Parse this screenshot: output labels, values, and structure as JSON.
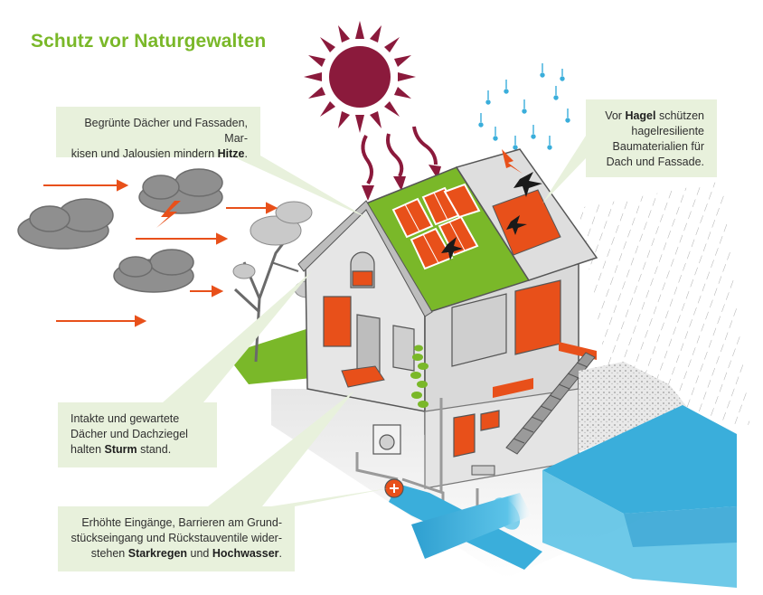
{
  "title": "Schutz vor Naturgewalten",
  "callouts": {
    "heat": {
      "line1": "Begrünte Dächer und Fassaden, Mar-",
      "line2_pre": "kisen und Jalousien mindern ",
      "line2_bold": "Hitze",
      "line2_post": "."
    },
    "hail": {
      "line1_pre": "Vor ",
      "line1_bold": "Hagel",
      "line1_post": " schützen",
      "line2": "hagelresiliente",
      "line3": "Baumaterialien für",
      "line4": "Dach und Fassade."
    },
    "storm": {
      "line1": "Intakte und gewartete",
      "line2": "Dächer und Dachziegel",
      "line3_pre": "halten ",
      "line3_bold": "Sturm",
      "line3_post": " stand."
    },
    "rain": {
      "line1": "Erhöhte Eingänge, Barrieren am Grund-",
      "line2": "stückseingang und Rückstauventile wider-",
      "line3_pre": "stehen ",
      "line3_bold1": "Starkregen",
      "line3_mid": " und ",
      "line3_bold2": "Hochwasser",
      "line3_post": "."
    }
  },
  "colors": {
    "green": "#7ab829",
    "callout_bg": "#e8f1dc",
    "sun": "#8b1a3c",
    "orange": "#e8501a",
    "water": "#3aaedb",
    "cloud": "#8f8f8f",
    "house_wall": "#e6e6e6",
    "house_line": "#555555"
  }
}
